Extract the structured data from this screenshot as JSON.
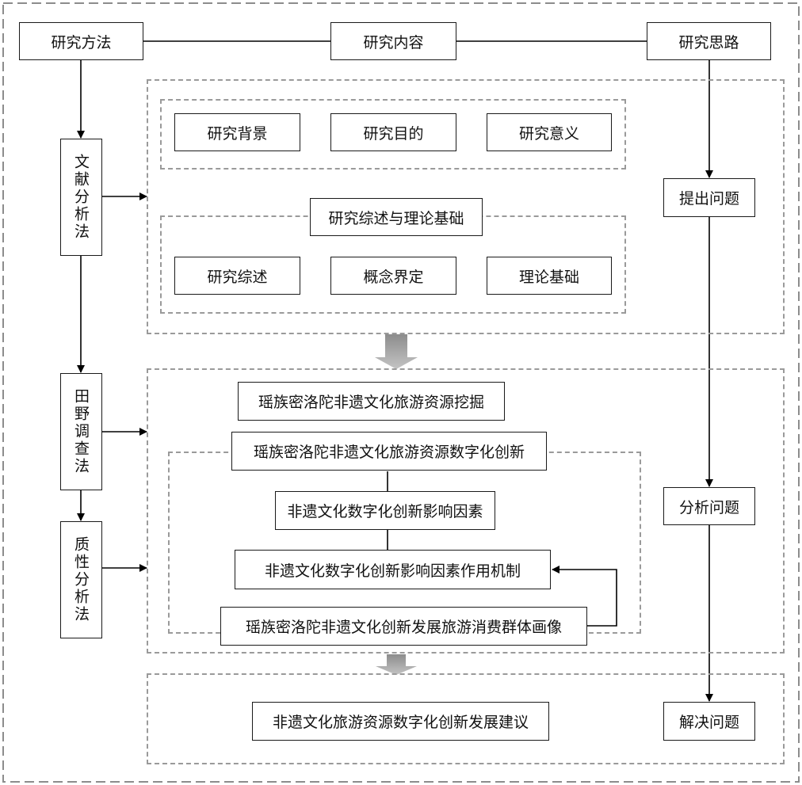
{
  "headers": {
    "methods": "研究方法",
    "content": "研究内容",
    "approach": "研究思路"
  },
  "methods": {
    "literature": "文献分析法",
    "fieldwork": "田野调查法",
    "qualitative": "质性分析法"
  },
  "section1": {
    "background": "研究背景",
    "purpose": "研究目的",
    "significance": "研究意义",
    "review_title": "研究综述与理论基础",
    "review": "研究综述",
    "concepts": "概念界定",
    "theory": "理论基础"
  },
  "section2": {
    "mining": "瑶族密洛陀非遗文化旅游资源挖掘",
    "digital_innovation": "瑶族密洛陀非遗文化旅游资源数字化创新",
    "factors": "非遗文化数字化创新影响因素",
    "mechanism": "非遗文化数字化创新影响因素作用机制",
    "portrait": "瑶族密洛陀非遗文化创新发展旅游消费群体画像"
  },
  "section3": {
    "suggestions": "非遗文化旅游资源数字化创新发展建议"
  },
  "approach_steps": {
    "raise": "提出问题",
    "analyze": "分析问题",
    "solve": "解决问题"
  },
  "colors": {
    "line": "#000000",
    "dash": "#9a9a9a",
    "block_arrow": "#a6a6a6"
  }
}
